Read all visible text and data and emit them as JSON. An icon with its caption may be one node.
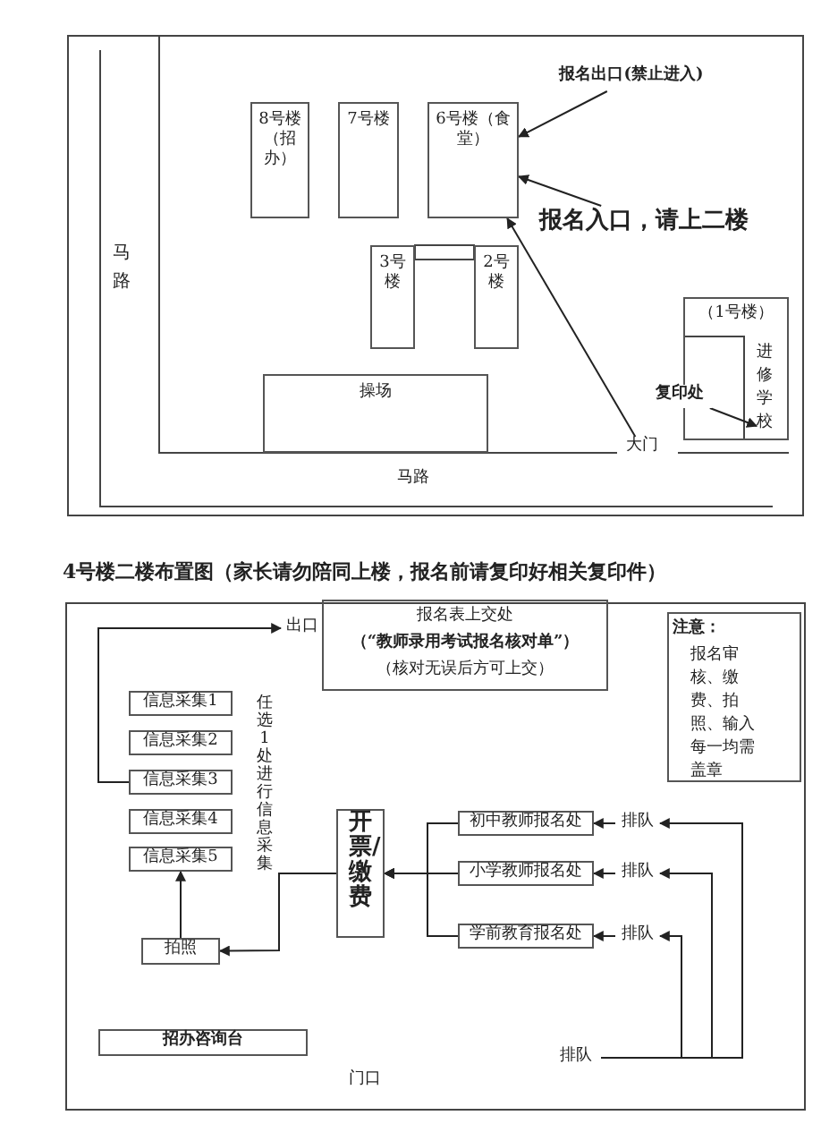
{
  "diagram": {
    "nodes": [
      {
        "text": [
          "8号楼（招办）"
        ]
      },
      {
        "text": [
          "7号楼"
        ]
      },
      {
        "text": [
          "6号楼（食堂）"
        ]
      },
      {
        "text": [
          "3号楼"
        ]
      },
      {
        "text": [
          "2号楼"
        ]
      },
      {
        "text": [
          "操场"
        ]
      },
      {
        "text": [
          "（1号楼）",
          "进修学校"
        ]
      },
      {
        "text": [
          "复印处"
        ]
      },
      {
        "text": [
          "报名出口(禁止进入)"
        ]
      },
      {
        "text": [
          "报名入口，请上二楼"
        ]
      },
      {
        "text": [
          "大门"
        ]
      },
      {
        "text": [
          "出口"
        ]
      },
      {
        "text": [
          "报名表上交处",
          "（“教师录用考试报名核对单”）",
          "（核对无误后方可上交）"
        ]
      },
      {
        "text": [
          "注意：",
          "报名审核、缴费、拍照、输入每一均需盖章"
        ]
      },
      {
        "text": [
          "信息采集1"
        ]
      },
      {
        "text": [
          "信息采集2"
        ]
      },
      {
        "text": [
          "信息采集3"
        ]
      },
      {
        "text": [
          "信息采集4"
        ]
      },
      {
        "text": [
          "信息采集5"
        ]
      },
      {
        "text": [
          "拍照"
        ]
      },
      {
        "text": [
          "开票/缴费"
        ]
      },
      {
        "text": [
          "初中教师报名处"
        ]
      },
      {
        "text": [
          "小学教师报名处"
        ]
      },
      {
        "text": [
          "学前教育报名处"
        ]
      },
      {
        "text": [
          "排队"
        ]
      },
      {
        "text": [
          "排队"
        ]
      },
      {
        "text": [
          "排队"
        ]
      },
      {
        "text": [
          "排队"
        ]
      },
      {
        "text": [
          "招办咨询台"
        ]
      }
    ],
    "edges": [
      {
        "from": 8,
        "to": 2,
        "arrow": "to"
      },
      {
        "from": 9,
        "to": 2,
        "arrow": "to"
      },
      {
        "from": 10,
        "to": 2,
        "arrow": "to"
      },
      {
        "from": 7,
        "to": 6,
        "arrow": "to"
      },
      {
        "from": 16,
        "to": 11,
        "arrow": "to"
      },
      {
        "from": 19,
        "to": 18,
        "arrow": "to"
      },
      {
        "from": 20,
        "to": 19,
        "arrow": "to"
      },
      {
        "from": 21,
        "to": 20,
        "arrow": "to"
      },
      {
        "from": 22,
        "to": 20,
        "arrow": "to"
      },
      {
        "from": 23,
        "to": 20,
        "arrow": "to"
      },
      {
        "from": 24,
        "to": 21,
        "arrow": "to"
      },
      {
        "from": 25,
        "to": 22,
        "arrow": "to"
      },
      {
        "from": 26,
        "to": 23,
        "arrow": "to"
      },
      {
        "from": 27,
        "to": 24,
        "arrow": "to"
      },
      {
        "from": 27,
        "to": 25,
        "arrow": "to"
      },
      {
        "from": 27,
        "to": 26,
        "arrow": "to"
      }
    ],
    "labels": [
      "马路",
      "马路",
      "4号楼二楼布置图（家长请勿陪同上楼，报名前请复印好相关复印件）",
      "任选1处进行信息采集",
      "门口"
    ]
  }
}
